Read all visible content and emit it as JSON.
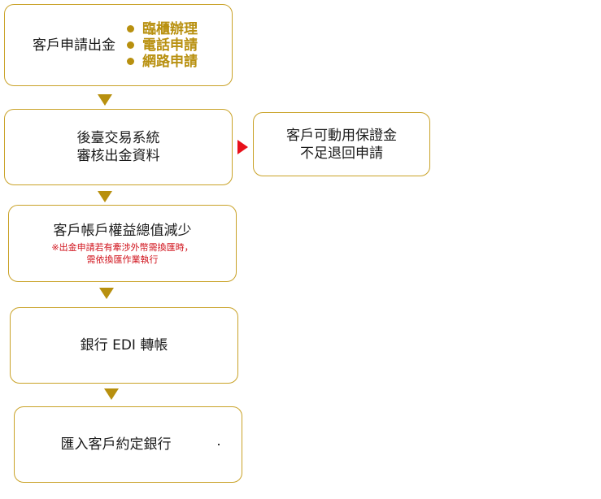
{
  "step1": {
    "label": "客戶申請出金",
    "channels": [
      "臨櫃辦理",
      "電話申請",
      "網路申請"
    ]
  },
  "step2": {
    "line1": "後臺交易系統",
    "line2": "審核出金資料"
  },
  "side": {
    "line1": "客戶可動用保證金",
    "line2": "不足退回申請"
  },
  "step3": {
    "label": "客戶帳戶權益總值減少",
    "note_line1": "※出金申請若有牽涉外幣需換匯時，",
    "note_line2": "需依換匯作業執行"
  },
  "step4": {
    "label": "銀行 EDI 轉帳"
  },
  "step5": {
    "label": "匯入客戶約定銀行"
  },
  "colors": {
    "border": "#c9a227",
    "gold": "#b8900f",
    "red": "#e8101a",
    "note": "#d0101a"
  }
}
